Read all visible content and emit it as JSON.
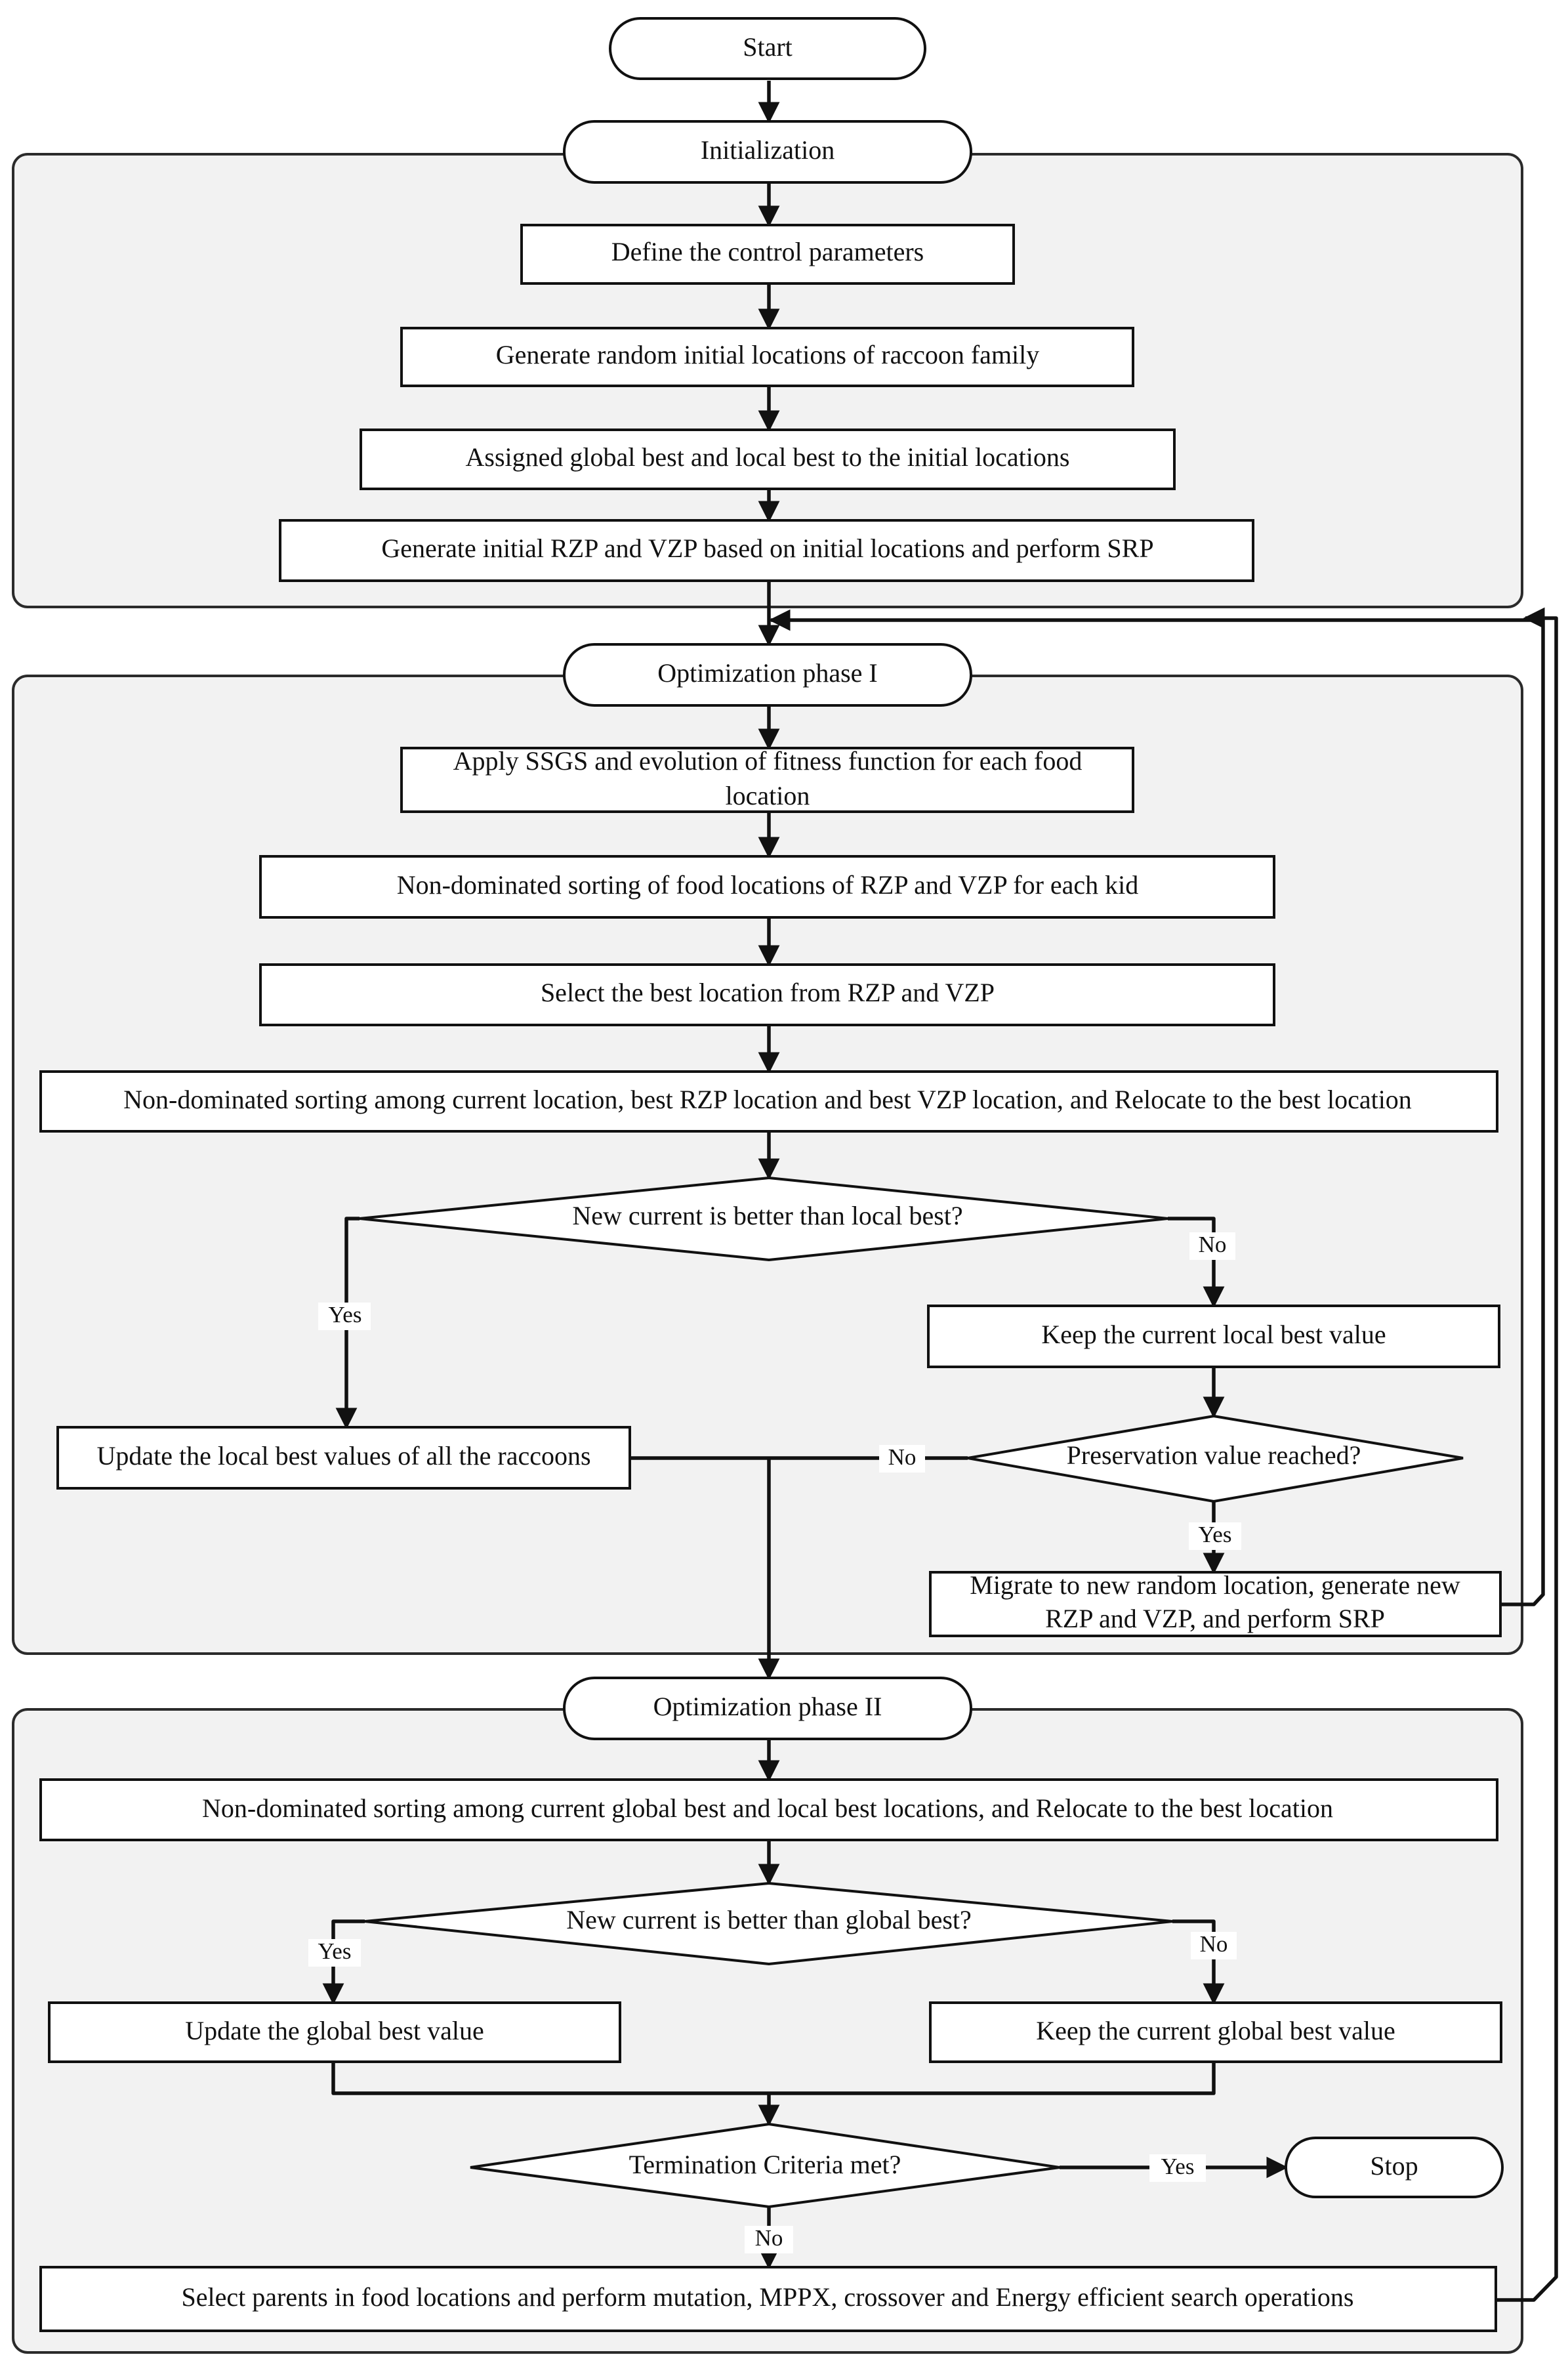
{
  "nodes": {
    "start": "Start",
    "initialization": "Initialization",
    "define_params": "Define the control parameters",
    "generate_random": "Generate random initial locations of raccoon family",
    "assigned_best": "Assigned global best and local best to the initial locations",
    "generate_rzp_vzp": "Generate initial RZP and VZP based on initial locations and perform SRP",
    "opt_phase1": "Optimization phase I",
    "apply_ssgs_line1": "Apply SSGS and evolution of fitness function for each food",
    "apply_ssgs_line2": "location",
    "nondominated_rzp_vzp": "Non-dominated sorting of food locations of RZP and VZP for each kid",
    "select_best_rzp_vzp": "Select the best location from RZP and VZP",
    "nondominated_current": "Non-dominated sorting among current location, best RZP location and best VZP location, and Relocate to the best location",
    "decision_local_best": "New current is better than local best?",
    "keep_local_best": "Keep the current local best value",
    "update_local_best": "Update the local best values of all the raccoons",
    "decision_preservation": "Preservation value reached?",
    "migrate_line1": "Migrate to new random location, generate new",
    "migrate_line2": "RZP and VZP, and perform SRP",
    "opt_phase2": "Optimization phase II",
    "nondominated_global": "Non-dominated sorting among current global best and local best locations, and Relocate to the best location",
    "decision_global_best": "New current is better than global best?",
    "update_global_best": "Update the global best value",
    "keep_global_best": "Keep the current global best value",
    "decision_termination": "Termination Criteria  met?",
    "stop": "Stop",
    "select_parents": "Select parents in food locations and perform mutation, MPPX, crossover and Energy efficient search operations"
  },
  "labels": {
    "local_yes": "Yes",
    "local_no": "No",
    "preservation_no": "No",
    "preservation_yes": "Yes",
    "global_yes": "Yes",
    "global_no": "No",
    "termination_yes": "Yes",
    "termination_no": "No"
  }
}
